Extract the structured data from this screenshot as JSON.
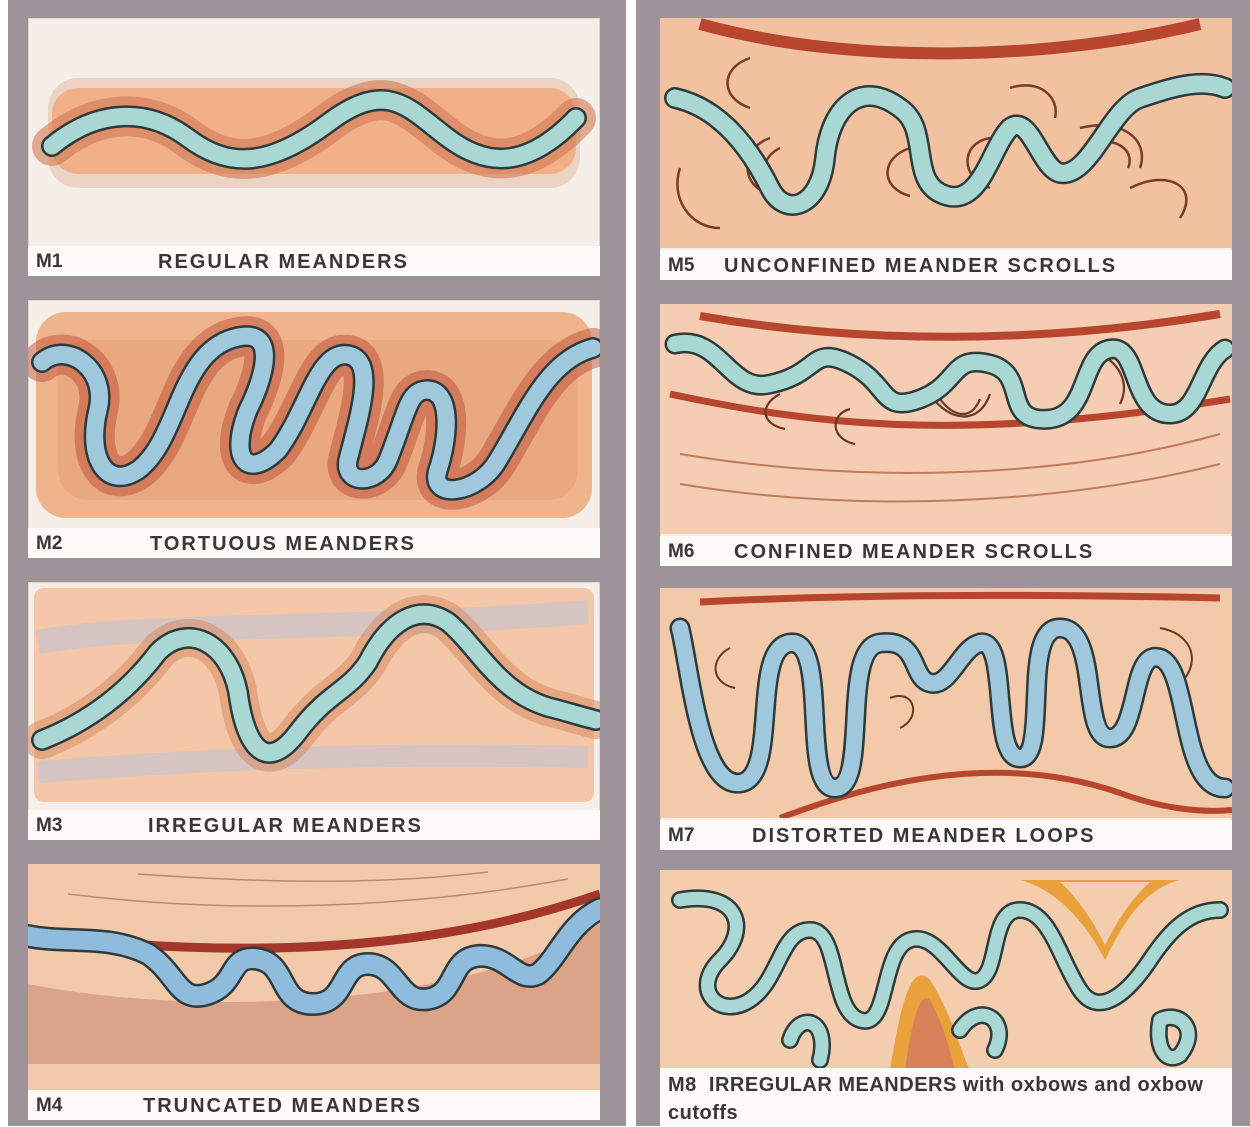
{
  "panels": [
    {
      "code": "M1",
      "label": "REGULAR MEANDERS"
    },
    {
      "code": "M2",
      "label": "TORTUOUS MEANDERS"
    },
    {
      "code": "M3",
      "label": "IRREGULAR MEANDERS"
    },
    {
      "code": "M4",
      "label": "TRUNCATED MEANDERS"
    },
    {
      "code": "M5",
      "label": "UNCONFINED MEANDER SCROLLS"
    },
    {
      "code": "M6",
      "label": "CONFINED MEANDER SCROLLS"
    },
    {
      "code": "M7",
      "label": "DISTORTED MEANDER LOOPS"
    },
    {
      "code": "M8",
      "label": "IRREGULAR MEANDERS with oxbows and oxbow cutoffs"
    }
  ],
  "colors": {
    "river": "#a9d8d4",
    "river_blue": "#9fc8dd",
    "river_edge": "#2f3a3a",
    "floodplain": "#f0b48c",
    "floodplain_dark": "#d9825a",
    "bank_red": "#b8452e",
    "frame": "#9e9398"
  }
}
